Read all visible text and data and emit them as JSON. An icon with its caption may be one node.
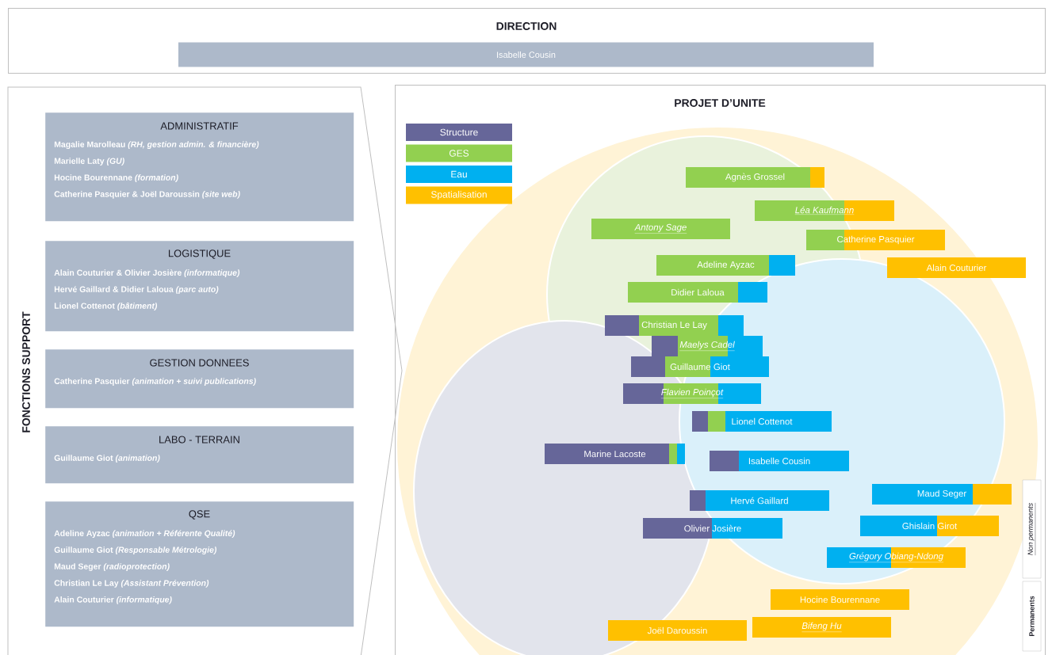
{
  "diagram": {
    "nodes": [
      {
        "text": [
          "DIRECTION"
        ]
      },
      {
        "text": [
          "Isabelle Cousin"
        ],
        "in": 0
      },
      {
        "text": [
          "FONCTIONS SUPPORT"
        ]
      },
      {
        "text": [
          "ADMINISTRATIF",
          "Magalie Marolleau *(RH, gestion admin. & financière)*",
          "Marielle Laty *(GU)*",
          "Hocine Bourennane *(formation)*",
          "Catherine Pasquier & Joël Daroussin *(site web)*"
        ],
        "in": 2
      },
      {
        "text": [
          "LOGISTIQUE",
          "Alain Couturier & Olivier Josière *(informatique)*",
          "Hervé Gaillard & Didier Laloua *(parc auto)*",
          "Lionel Cottenot *(bâtiment)*"
        ],
        "in": 2
      },
      {
        "text": [
          "GESTION DONNEES",
          "Catherine Pasquier *(animation + suivi publications)*"
        ],
        "in": 2
      },
      {
        "text": [
          "LABO - TERRAIN",
          "Guillaume Giot *(animation)*"
        ],
        "in": 2
      },
      {
        "text": [
          "QSE",
          "Adeline Ayzac *(animation + Référente Qualité)*",
          "Guillaume Giot *(Responsable Métrologie)*",
          "Maud Seger *(radioprotection)*",
          "Christian Le Lay *(Assistant Prévention)*",
          "Alain Couturier *(informatique)*"
        ],
        "in": 2
      },
      {
        "text": [
          "PROJET D’UNITE"
        ]
      },
      {
        "text": [
          "Agnès Grossel"
        ],
        "in": 8
      },
      {
        "text": [
          "Léa Kaufmann"
        ],
        "in": 8
      },
      {
        "text": [
          "Antony Sage"
        ],
        "in": 8
      },
      {
        "text": [
          "Catherine Pasquier"
        ],
        "in": 8
      },
      {
        "text": [
          "Adeline Ayzac"
        ],
        "in": 8
      },
      {
        "text": [
          "Alain Couturier"
        ],
        "in": 8
      },
      {
        "text": [
          "Didier Laloua"
        ],
        "in": 8
      },
      {
        "text": [
          "Christian Le Lay"
        ],
        "in": 8
      },
      {
        "text": [
          "Maelys Cadel"
        ],
        "in": 8
      },
      {
        "text": [
          "Guillaume Giot"
        ],
        "in": 8
      },
      {
        "text": [
          "Flavien Poinçot"
        ],
        "in": 8
      },
      {
        "text": [
          "Lionel Cottenot"
        ],
        "in": 8
      },
      {
        "text": [
          "Marine Lacoste"
        ],
        "in": 8
      },
      {
        "text": [
          "Isabelle Cousin"
        ],
        "in": 8
      },
      {
        "text": [
          "Maud Seger"
        ],
        "in": 8
      },
      {
        "text": [
          "Hervé Gaillard"
        ],
        "in": 8
      },
      {
        "text": [
          "Ghislain Girot"
        ],
        "in": 8
      },
      {
        "text": [
          "Olivier Josière"
        ],
        "in": 8
      },
      {
        "text": [
          "Grégory Obiang-Ndong"
        ],
        "in": 8
      },
      {
        "text": [
          "Hocine Bourennane"
        ],
        "in": 8
      },
      {
        "text": [
          "Bifeng Hu"
        ],
        "in": 8
      },
      {
        "text": [
          "Joël Daroussin"
        ],
        "in": 8
      }
    ],
    "labels": [
      "Non permanents",
      "Permanents"
    ],
    "legend": [
      {
        "text": "Structure",
        "color": "#666699"
      },
      {
        "text": "GES",
        "color": "#92d050"
      },
      {
        "text": "Eau",
        "color": "#00b0f0"
      },
      {
        "text": "Spatialisation",
        "color": "#ffc000"
      }
    ]
  }
}
